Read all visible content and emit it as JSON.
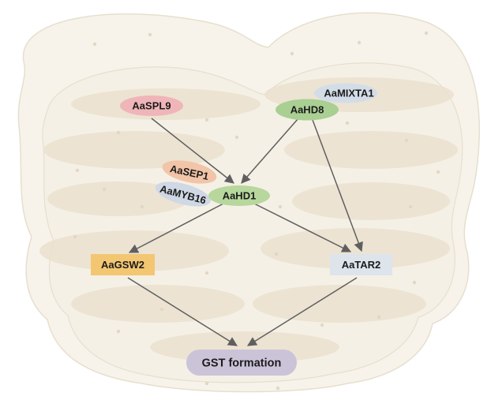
{
  "nodes": {
    "spl9": {
      "label": "AaSPL9",
      "color": "#efb5b8"
    },
    "mixta1": {
      "label": "AaMIXTA1",
      "color": "#d3dde8"
    },
    "hd8": {
      "label": "AaHD8",
      "color": "#a9cf93"
    },
    "sep1": {
      "label": "AaSEP1",
      "color": "#f2c4a8"
    },
    "myb16": {
      "label": "AaMYB16",
      "color": "#cfd8e4"
    },
    "hd1": {
      "label": "AaHD1",
      "color": "#b7d79d"
    },
    "gsw2": {
      "label": "AaGSW2",
      "color": "#f3c672"
    },
    "tar2": {
      "label": "AaTAR2",
      "color": "#dde4ec"
    },
    "gst": {
      "label": "GST formation",
      "color": "#cbc4d8"
    }
  },
  "edges": [
    {
      "from": "AaSPL9",
      "to": "AaHD1"
    },
    {
      "from": "AaHD8",
      "to": "AaHD1"
    },
    {
      "from": "AaHD8",
      "to": "AaTAR2"
    },
    {
      "from": "AaHD1",
      "to": "AaGSW2"
    },
    {
      "from": "AaHD1",
      "to": "AaTAR2"
    },
    {
      "from": "AaGSW2",
      "to": "GST formation"
    },
    {
      "from": "AaTAR2",
      "to": "GST formation"
    }
  ],
  "colors": {
    "leaf_fill": "#f7f3ea",
    "leaf_outline": "#e6dfcf",
    "leaf_inner": "#f3eee2",
    "stripe": "#ebe1cf",
    "edge": "#5f5f5f"
  }
}
